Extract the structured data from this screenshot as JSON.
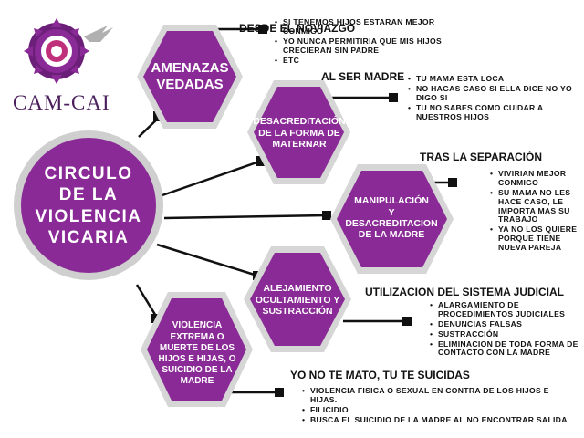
{
  "logo": {
    "text": "CAM-CAI"
  },
  "center": {
    "lines": [
      "CIRCULO",
      "DE LA",
      "VIOLENCIA",
      "VICARIA"
    ]
  },
  "nodes": [
    {
      "id": "amenazas",
      "lines": [
        "AMENAZAS",
        "VEDADAS"
      ]
    },
    {
      "id": "desacreditacion",
      "lines": [
        "DESACREDITACIÓN",
        "DE LA FORMA DE",
        "MATERNAR"
      ]
    },
    {
      "id": "manipulacion",
      "lines": [
        "MANIPULACIÓN",
        "Y",
        "DESACREDITACION",
        "DE LA MADRE"
      ]
    },
    {
      "id": "alejamiento",
      "lines": [
        "Alejamiento",
        "ocultamiento y",
        "sustracción"
      ]
    },
    {
      "id": "violencia",
      "lines": [
        "Violencia",
        "extrema o",
        "muerte de los",
        "hijos e hijas, o",
        "suicidio de la",
        "madre"
      ]
    }
  ],
  "sections": [
    {
      "id": "noviazgo",
      "heading": "DESDE EL NOVIAZGO",
      "items": [
        "SI TENEMOS HIJOS ESTARAN MEJOR CONMIGO",
        "YO NUNCA PERMITIRIA QUE MIS HIJOS CRECIERAN SIN PADRE",
        "ETC"
      ]
    },
    {
      "id": "madre",
      "heading": "AL SER MADRE",
      "items": [
        "TU MAMA ESTA LOCA",
        "NO HAGAS CASO SI ELLA DICE NO YO DIGO SI",
        "TU NO SABES COMO CUIDAR A NUESTROS HIJOS"
      ]
    },
    {
      "id": "separacion",
      "heading": "TRAS LA SEPARACIÓN",
      "items": [
        "VIVIRIAN MEJOR CONMIGO",
        "SU MAMA NO LES HACE CASO, LE IMPORTA MAS SU TRABAJO",
        "YA NO LOS QUIERE PORQUE TIENE NUEVA PAREJA"
      ]
    },
    {
      "id": "judicial",
      "heading": "UTILIZACION DEL SISTEMA JUDICIAL",
      "items": [
        "ALARGAMIENTO DE PROCEDIMIENTOS JUDICIALES",
        "DENUNCIAS FALSAS",
        "SUSTRACCIÓN",
        "ELIMINACION DE TODA FORMA DE CONTACTO CON LA MADRE"
      ]
    },
    {
      "id": "suicidas",
      "heading": "YO NO TE MATO, TU TE SUICIDAS",
      "items": [
        "VIOLENCIA FISICA O SEXUAL EN CONTRA DE LOS HIJOS E HIJAS.",
        "FILICIDIO",
        "BUSCA EL SUICIDIO DE LA MADRE AL NO ENCONTRAR SALIDA"
      ]
    }
  ],
  "colors": {
    "purple": "#8a2a96",
    "purple_dark": "#6b1f78",
    "ring": "#cfcfcf",
    "ink": "#111111"
  }
}
